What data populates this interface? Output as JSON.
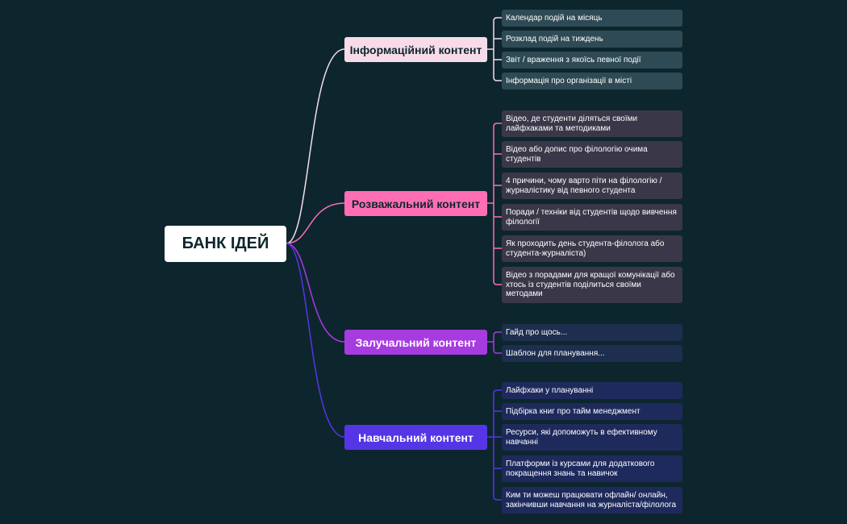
{
  "root": {
    "label": "БАНК ІДЕЙ"
  },
  "colors": {
    "background": "#0d262e",
    "info": "#f7dbe8",
    "info_leaf": "#2e4a54",
    "fun": "#ff6eb4",
    "fun_leaf": "#3a3848",
    "engage": "#a63be0",
    "engage_leaf": "#1e2e4e",
    "edu": "#5535e6",
    "edu_leaf": "#1e2a5c"
  },
  "branches": [
    {
      "label": "Інформаційний контент",
      "items": [
        "Календар подій на місяць",
        "Розклад подій на тиждень",
        "Звіт / враження з якоїсь певної події",
        "Інформація про організації в місті"
      ]
    },
    {
      "label": "Розважальний контент",
      "items": [
        "Відео, де студенти діляться своїми лайфхаками та методиками",
        "Відео або допис про філологію очима студентів",
        "4 причини, чому варто піти на філологію / журналістику від певного студента",
        "Поради / техніки від студентів щодо вивчення філології",
        "Як проходить день студента-філолога або студента-журналіста)",
        "Відео з порадами для кращої комунікації або хтось із студентів поділиться своїми методами"
      ]
    },
    {
      "label": "Залучальний контент",
      "items": [
        "Гайд про щось...",
        "Шаблон для планування..."
      ]
    },
    {
      "label": "Навчальний контент",
      "items": [
        "Лайфхаки у плануванні",
        "Підбірка книг про тайм менеджмент",
        "Ресурси, які допоможуть в ефективному навчанні",
        "Платформи із курсами для додаткового покращення знань та навичок",
        "Ким ти можеш працювати офлайн/ онлайн, закінчивши навчання на журналіста/філолога"
      ]
    }
  ]
}
